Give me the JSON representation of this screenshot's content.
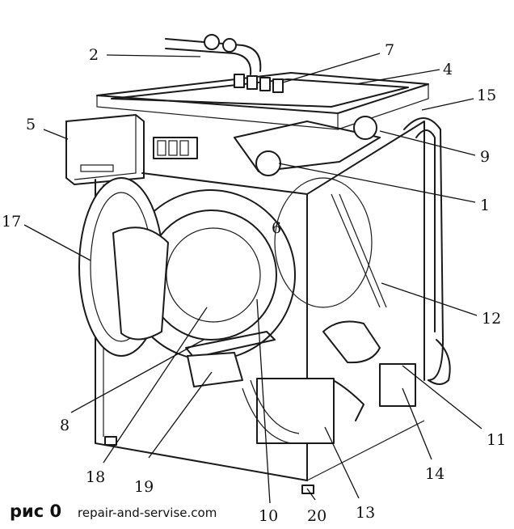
{
  "caption": "рис 0",
  "site": "repair-and-servise.com",
  "labels": [
    "2",
    "7",
    "4",
    "5",
    "15",
    "9",
    "1",
    "17",
    "6",
    "12",
    "11",
    "8",
    "18",
    "19",
    "10",
    "20",
    "13",
    "14"
  ],
  "colors": {
    "ink": "#1a1a1a",
    "background": "#ffffff"
  }
}
